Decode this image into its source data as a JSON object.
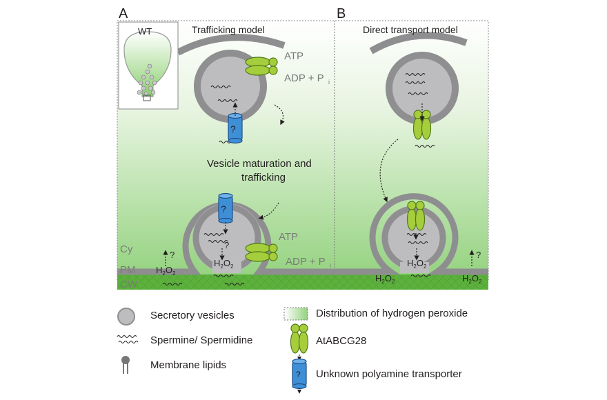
{
  "panels": {
    "a": {
      "letter": "A",
      "title": "Trafficking model"
    },
    "b": {
      "letter": "B",
      "title": "Direct transport model"
    }
  },
  "inset": {
    "label": "WT"
  },
  "labels": {
    "atp": "ATP",
    "adp": "ADP + P",
    "adp_sub": "i",
    "question": "?",
    "maturation_line1": "Vesicle maturation and",
    "maturation_line2": "trafficking",
    "h2o2_h": "H",
    "h2o2_2": "2",
    "h2o2_o": "O",
    "cy": "Cy",
    "pm": "PM",
    "cw": "CW"
  },
  "legend": {
    "secretory_vesicles": "Secretory vesicles",
    "spermine": "Spermine/ Spermidine",
    "membrane_lipids": "Membrane lipids",
    "h2o2_distribution": "Distribution of hydrogen peroxide",
    "atabcg28": "AtABCG28",
    "unknown_transporter": "Unknown polyamine transporter"
  },
  "colors": {
    "vesicle_fill": "#bdbdbf",
    "vesicle_ring": "#8f8f91",
    "membrane": "#8e8e90",
    "cell_wall": "#5fb23f",
    "gradient_top": "#ffffff",
    "gradient_bottom": "#8fd07a",
    "transporter_green": "#a6cd3c",
    "unknown_blue": "#3f8fd6"
  }
}
